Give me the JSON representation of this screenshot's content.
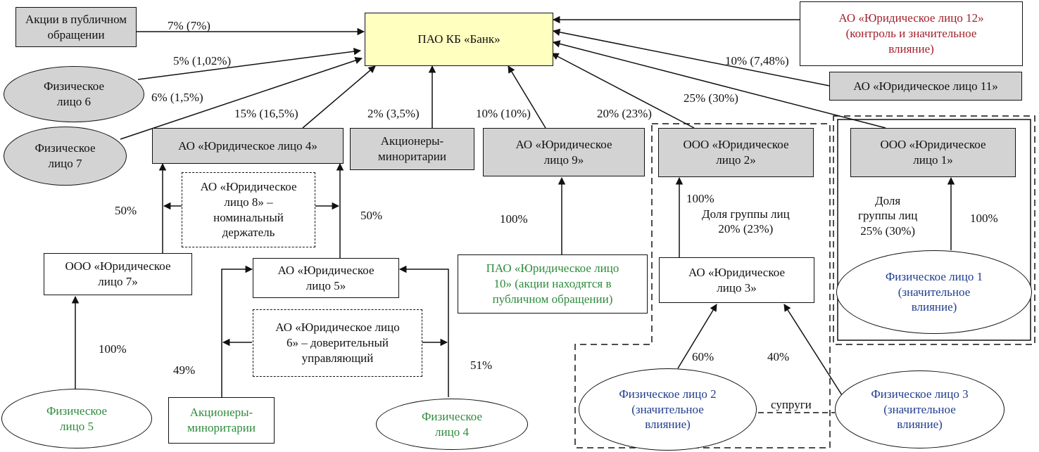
{
  "nodes": {
    "bank": "ПАО КБ «Банк»",
    "public_shares": "Акции в публичном\nобращении",
    "person6": "Физическое\nлицо 6",
    "person7": "Физическое\nлицо 7",
    "jl4": "АО «Юридическое лицо 4»",
    "minority_top": "Акционеры-\nминоритарии",
    "jl9": "АО «Юридическое\nлицо 9»",
    "jl2": "ООО «Юридическое\nлицо 2»",
    "jl1": "ООО «Юридическое\nлицо 1»",
    "jl11": "АО «Юридическое лицо 11»",
    "jl12": "АО «Юридическое лицо 12»\n(контроль и значительное\nвлияние)",
    "jl8": "АО «Юридическое\nлицо 8» –\nноминальный\nдержатель",
    "jl7": "ООО «Юридическое\nлицо 7»",
    "jl5": "АО «Юридическое\nлицо 5»",
    "jl6": "АО «Юридическое лицо\n6» – доверительный\nуправляющий",
    "jl10": "ПАО «Юридическое лицо\n10» (акции находятся в\nпубличном обращении)",
    "jl3": "АО «Юридическое\nлицо 3»",
    "person1": "Физическое    лицо 1\n(значительное\nвлияние)",
    "person5": "Физическое\nлицо 5",
    "minority_bottom": "Акционеры-\nминоритарии",
    "person4": "Физическое\nлицо 4",
    "person2": "Физическое лицо 2\n(значительное\nвлияние)",
    "person3": "Физическое лицо 3\n(значительное\nвлияние)"
  },
  "labels": {
    "public_pct": "7% (7%)",
    "person6_pct": "5% (1,02%)",
    "person7_pct": "6% (1,5%)",
    "jl4_pct": "15% (16,5%)",
    "minority_pct": "2% (3,5%)",
    "jl9_pct": "10% (10%)",
    "jl2_pct": "20% (23%)",
    "jl1_pct": "25% (30%)",
    "jl11_pct": "10% (7,48%)",
    "jl7_to_jl4": "50%",
    "jl5_to_jl4": "50%",
    "jl10_to_jl9": "100%",
    "jl3_to_jl2": "100%",
    "group2_share": "Доля группы лиц\n20% (23%)",
    "group1_share": "Доля\nгруппы лиц\n25% (30%)",
    "person1_to_jl1": "100%",
    "person5_to_jl7": "100%",
    "minority_to_jl5": "49%",
    "person4_to_jl5": "51%",
    "person2_to_jl3": "60%",
    "person3_to_jl3": "40%",
    "spouses": "супруги"
  }
}
